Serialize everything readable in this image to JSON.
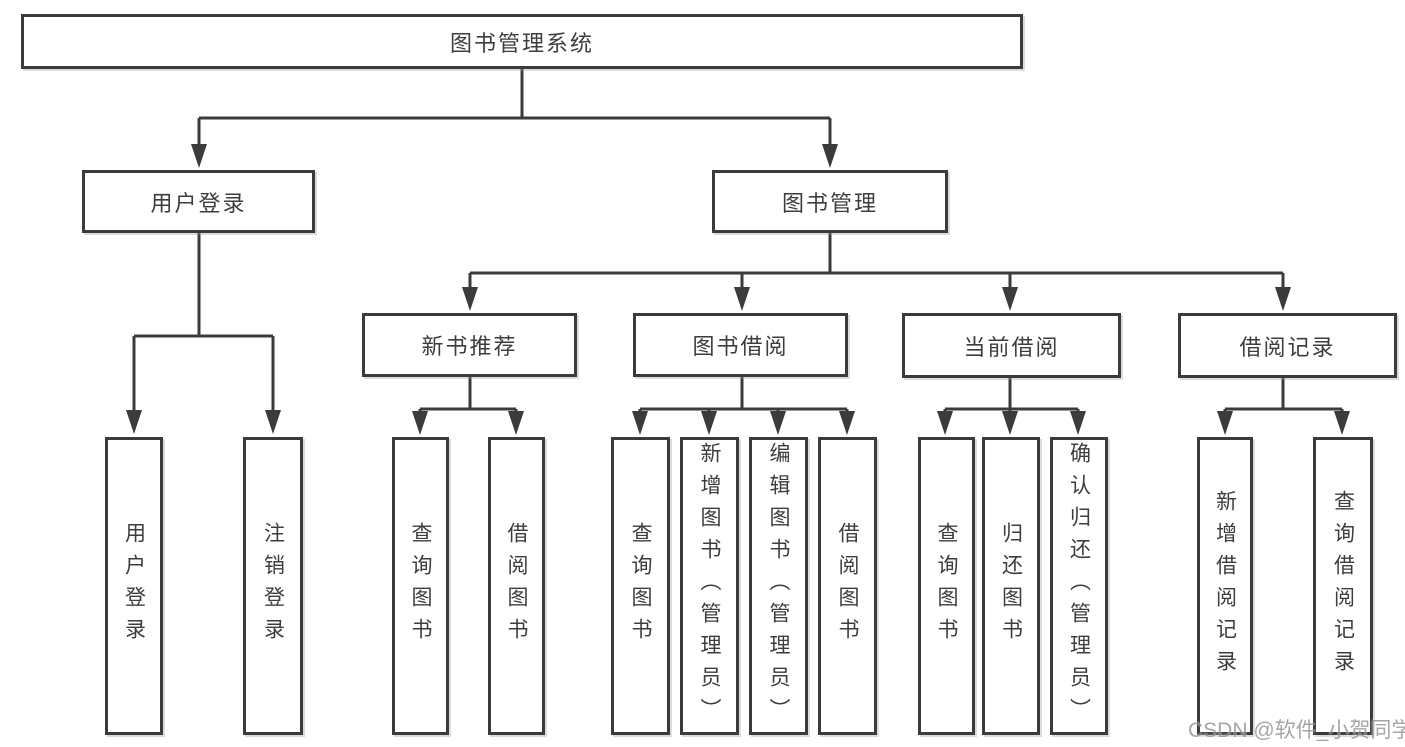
{
  "tree": {
    "root": "图书管理系统",
    "branches": [
      {
        "label": "用户登录",
        "children": [
          {
            "label": "用户登录"
          },
          {
            "label": "注销登录"
          }
        ]
      },
      {
        "label": "图书管理",
        "children": [
          {
            "label": "新书推荐",
            "children": [
              {
                "label": "查询图书"
              },
              {
                "label": "借阅图书"
              }
            ]
          },
          {
            "label": "图书借阅",
            "children": [
              {
                "label": "查询图书"
              },
              {
                "label": "新增图书（管理员）"
              },
              {
                "label": "编辑图书（管理员）"
              },
              {
                "label": "借阅图书"
              }
            ]
          },
          {
            "label": "当前借阅",
            "children": [
              {
                "label": "查询图书"
              },
              {
                "label": "归还图书"
              },
              {
                "label": "确认归还（管理员）"
              }
            ]
          },
          {
            "label": "借阅记录",
            "children": [
              {
                "label": "新增借阅记录"
              },
              {
                "label": "查询借阅记录"
              }
            ]
          }
        ]
      }
    ]
  },
  "watermark": {
    "text": "CSDN @软件_小贺同学"
  },
  "colors": {
    "line": "#3b3b3b",
    "text": "#3d3d3d",
    "watermark": "#909090",
    "background": "#ffffff"
  }
}
